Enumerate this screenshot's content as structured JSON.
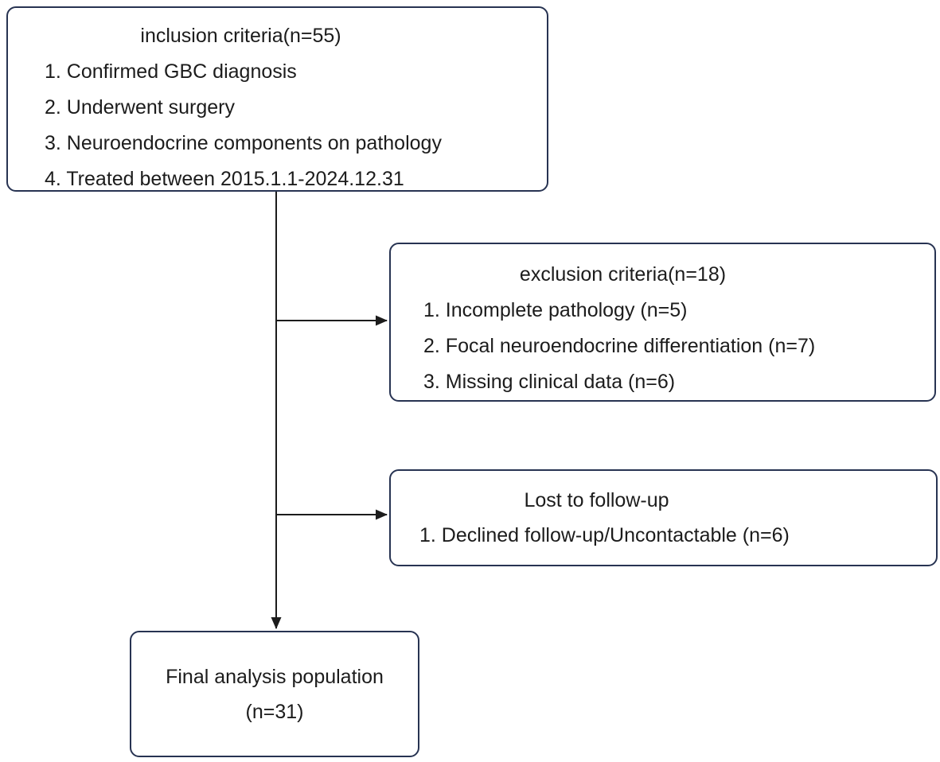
{
  "diagram": {
    "boxes": {
      "inclusion": {
        "title": "inclusion criteria(n=55)",
        "items": [
          "1. Confirmed GBC diagnosis",
          "2. Underwent surgery",
          "3. Neuroendocrine components on pathology",
          "4. Treated between 2015.1.1-2024.12.31"
        ]
      },
      "exclusion": {
        "title": "exclusion criteria(n=18)",
        "items": [
          "1. Incomplete pathology (n=5)",
          "2. Focal neuroendocrine differentiation (n=7)",
          "3. Missing clinical data (n=6)"
        ]
      },
      "lost_to_followup": {
        "title": "Lost to follow-up",
        "items": [
          "1. Declined follow-up/Uncontactable (n=6)"
        ]
      },
      "final": {
        "title": "Final analysis population",
        "count": "(n=31)"
      }
    },
    "edges": [
      {
        "from": "inclusion-criteria-box",
        "to": "exclusion-criteria-box"
      },
      {
        "from": "inclusion-criteria-box",
        "to": "lost-to-followup-box"
      },
      {
        "from": "inclusion-criteria-box",
        "to": "final-analysis-box"
      }
    ],
    "colors": {
      "box_border": "#273352",
      "connector": "#1c1c1c",
      "text": "#1c1c1c",
      "background": "#ffffff"
    }
  }
}
